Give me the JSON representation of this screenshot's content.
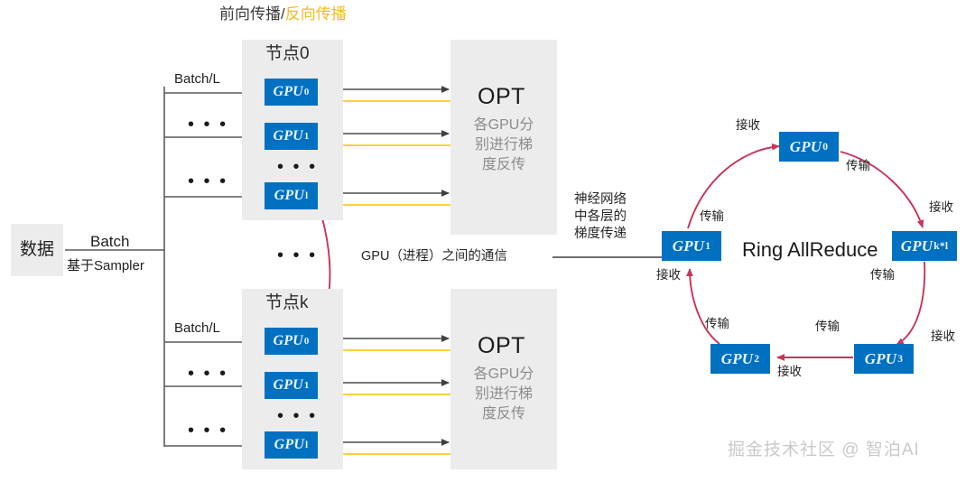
{
  "colors": {
    "gpu_blue": "#0070c0",
    "panel_grey": "#ececec",
    "forward_arrow": "#4a4a4a",
    "backward_arrow": "#ffc000",
    "ring_arrow": "#c9345a",
    "backward_text": "#f5bd1f",
    "watermark": "#c9c9c9"
  },
  "header": {
    "forward_label": "前向传播",
    "separator": "/",
    "backward_label": "反向传播"
  },
  "data_source": {
    "box_label": "数据",
    "batch_label": "Batch",
    "sampler_label": "基于Sampler"
  },
  "nodes": [
    {
      "title": "节点0",
      "batch_label": "Batch/L",
      "gpus": [
        {
          "name": "GPU",
          "sub": "0"
        },
        {
          "name": "GPU",
          "sub": "1"
        },
        {
          "name": "GPU",
          "sub": "l"
        }
      ],
      "inner_dots": "• • •",
      "side_dots": [
        "• • •",
        "• • •"
      ],
      "opt": {
        "title": "OPT",
        "desc": "各GPU分\n别进行梯\n度反传",
        "line1": "各GPU分",
        "line2": "别进行梯",
        "line3": "度反传"
      }
    },
    {
      "title": "节点k",
      "batch_label": "Batch/L",
      "gpus": [
        {
          "name": "GPU",
          "sub": "0"
        },
        {
          "name": "GPU",
          "sub": "1"
        },
        {
          "name": "GPU",
          "sub": "l"
        }
      ],
      "inner_dots": "• • •",
      "side_dots": [
        "• • •",
        "• • •"
      ],
      "opt": {
        "title": "OPT",
        "line1": "各GPU分",
        "line2": "别进行梯",
        "line3": "度反传"
      }
    }
  ],
  "between_nodes_dots": "• • •",
  "comm_note": "GPU（进程）之间的通信",
  "gradient_note": {
    "line1": "神经网络",
    "line2": "中各层的",
    "line3": "梯度传递"
  },
  "ring": {
    "title": "Ring AllReduce",
    "gpus": [
      {
        "name": "GPU",
        "sub": "0",
        "position": "top"
      },
      {
        "name": "GPU",
        "sub": "k*l",
        "position": "right"
      },
      {
        "name": "GPU",
        "sub": "3",
        "position": "bottom-right"
      },
      {
        "name": "GPU",
        "sub": "2",
        "position": "bottom-left"
      },
      {
        "name": "GPU",
        "sub": "1",
        "position": "left"
      }
    ],
    "edge_labels": [
      {
        "text": "接收",
        "at": "top-left"
      },
      {
        "text": "传输",
        "at": "top-right"
      },
      {
        "text": "接收",
        "at": "right-upper"
      },
      {
        "text": "传输",
        "at": "right-lower"
      },
      {
        "text": "接收",
        "at": "right-lower-outer"
      },
      {
        "text": "传输",
        "at": "bottom-middle"
      },
      {
        "text": "接收",
        "at": "bottom-middle-lower"
      },
      {
        "text": "传输",
        "at": "bottom-left-upper"
      },
      {
        "text": "接收",
        "at": "left-lower"
      },
      {
        "text": "传输",
        "at": "left-upper"
      }
    ]
  },
  "watermark": "掘金技术社区 @ 智泊AI"
}
